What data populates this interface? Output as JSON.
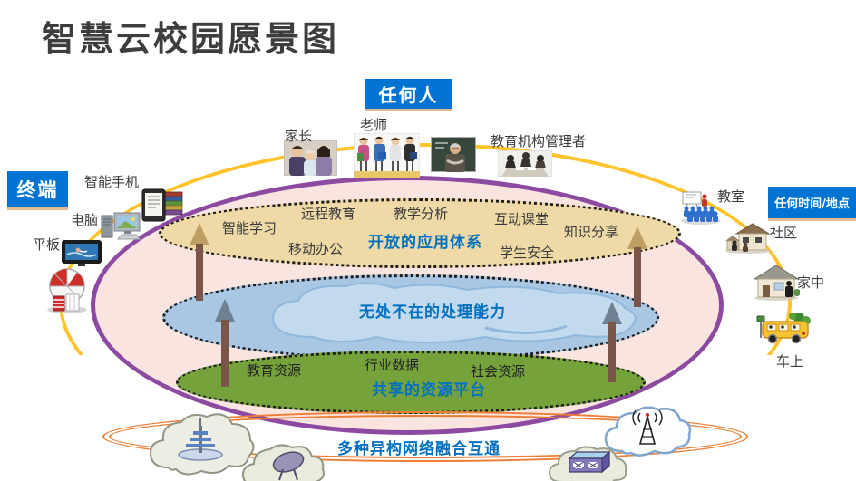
{
  "title": "智慧云校园愿景图",
  "badges": {
    "anyone": "任何人",
    "terminal": "终端",
    "anytime_anyplace": "任何时间/地点"
  },
  "roles": {
    "parents": "家长",
    "teachers": "老师",
    "managers": "教育机构管理者"
  },
  "terminals": {
    "smartphone": "智能手机",
    "computer": "电脑",
    "tablet": "平板"
  },
  "places": {
    "classroom": "教室",
    "community": "社区",
    "home": "家中",
    "bus": "车上"
  },
  "app_layer": {
    "title": "开放的应用体系",
    "items": {
      "smart_learning": "智能学习",
      "remote_edu": "远程教育",
      "teaching_analysis": "教学分析",
      "interactive_class": "互动课堂",
      "knowledge_share": "知识分享",
      "mobile_office": "移动办公",
      "student_safety": "学生安全"
    }
  },
  "processing_layer": {
    "title": "无处不在的处理能力"
  },
  "resource_layer": {
    "title": "共享的资源平台",
    "items": {
      "edu_resources": "教育资源",
      "industry_data": "行业数据",
      "social_resources": "社会资源"
    }
  },
  "network_layer": {
    "title": "多种异构网络融合互通"
  },
  "colors": {
    "badge_blue": "#0173D2",
    "layer_title_blue": "#0070C0",
    "outer_ellipse_border": "#8C4BA0",
    "outer_ellipse_fill": "#FAE4DF",
    "app_layer_fill": "#EFD9A6",
    "processing_layer_fill": "#A9C7E3",
    "resource_layer_fill": "#76A23B",
    "orbit_yellow": "#FFC32B",
    "network_ring_orange": "#EE7E35",
    "arrow_shaft_brown": "#7B5548",
    "arrow_head_tan": "#BD9F66",
    "arrow_head_gray": "#6F8090"
  }
}
